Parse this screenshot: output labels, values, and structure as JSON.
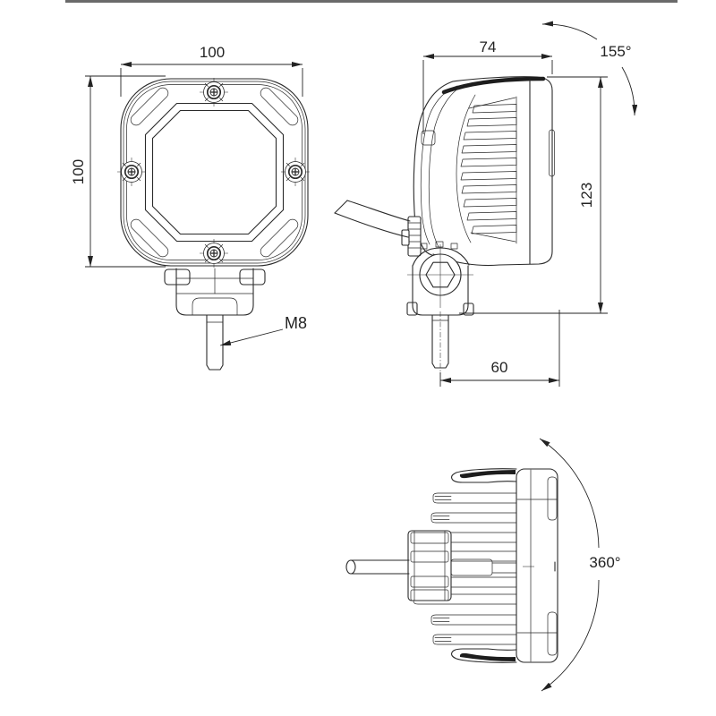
{
  "page": {
    "background": "#ffffff",
    "top_border_color": "#6a6a6a",
    "line_color": "#2a2a2a"
  },
  "drawing": {
    "views": [
      {
        "id": "front-view",
        "position": "top-left"
      },
      {
        "id": "side-view",
        "position": "top-right"
      },
      {
        "id": "bottom-view",
        "position": "bottom-center"
      }
    ]
  },
  "annotations": {
    "front_width": "100",
    "front_height": "100",
    "side_depth": "74",
    "side_height": "123",
    "bracket_offset": "60",
    "tilt_angle": "155°",
    "rotation_angle": "360°",
    "bolt_thread": "M8"
  }
}
